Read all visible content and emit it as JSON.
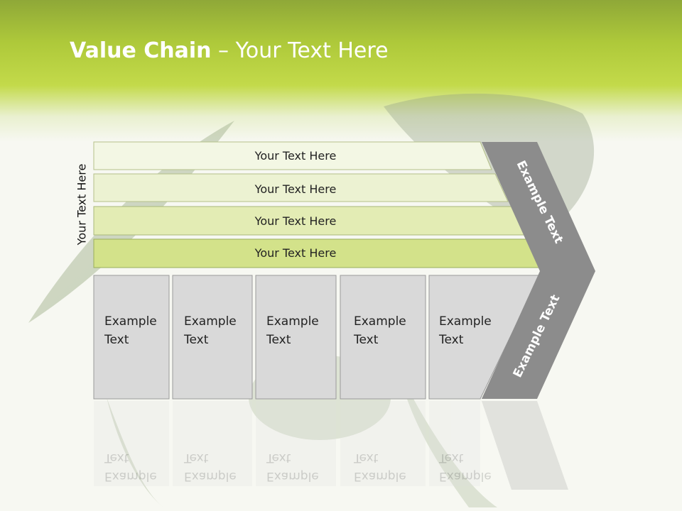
{
  "title": {
    "bold": "Value Chain",
    "rest": " – Your Text Here"
  },
  "side_label": "Your Text Here",
  "bars": [
    {
      "label": "Your Text Here",
      "color": "#f3f7e4"
    },
    {
      "label": "Your Text Here",
      "color": "#ecf2d2"
    },
    {
      "label": "Your Text Here",
      "color": "#e3ecb4"
    },
    {
      "label": "Your Text Here",
      "color": "#d3e28a"
    }
  ],
  "columns": [
    {
      "line1": "Example",
      "line2": "Text"
    },
    {
      "line1": "Example",
      "line2": "Text"
    },
    {
      "line1": "Example",
      "line2": "Text"
    },
    {
      "line1": "Example",
      "line2": "Text"
    },
    {
      "line1": "Example",
      "line2": "Text"
    }
  ],
  "chevron": {
    "top_label": "Example Text",
    "bottom_label": "Example Text",
    "color": "#8c8c8c"
  },
  "colors": {
    "column_fill": "#d9d9d9",
    "column_border": "#9a9a9a",
    "accent": "#aec93a"
  }
}
